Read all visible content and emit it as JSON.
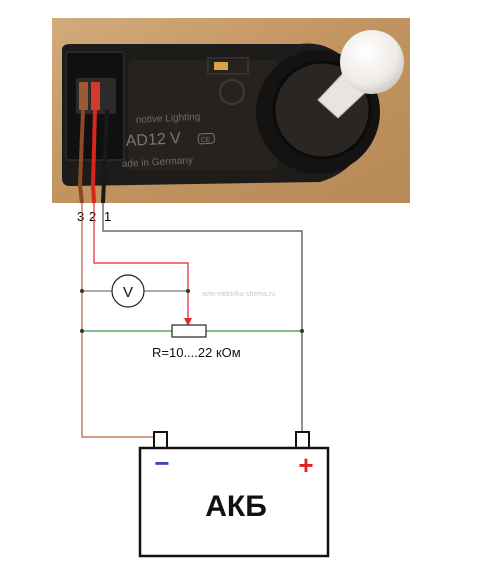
{
  "photo": {
    "housing_text_1": "notive Lighting",
    "housing_text_2": "AD12 V",
    "housing_badge": "CE",
    "housing_text_3": "ade in Germany"
  },
  "pins": {
    "pin3": "3",
    "pin2": "2",
    "pin1": "1"
  },
  "voltmeter": {
    "symbol": "V"
  },
  "watermark": "avto-elektrika-shema.ru",
  "resistor": {
    "label": "R=10....22 кОм"
  },
  "battery": {
    "label": "АКБ",
    "negative": "−",
    "positive": "+"
  },
  "colors": {
    "wire_brown": "#b5603a",
    "wire_red": "#e8262b",
    "wire_gray": "#4a4a4a",
    "wire_green": "#3a9a3a",
    "minus_blue": "#3b46b8",
    "plus_red": "#e21e26",
    "photo_bg": "#c59b6a",
    "housing": "#1d1b1a"
  }
}
